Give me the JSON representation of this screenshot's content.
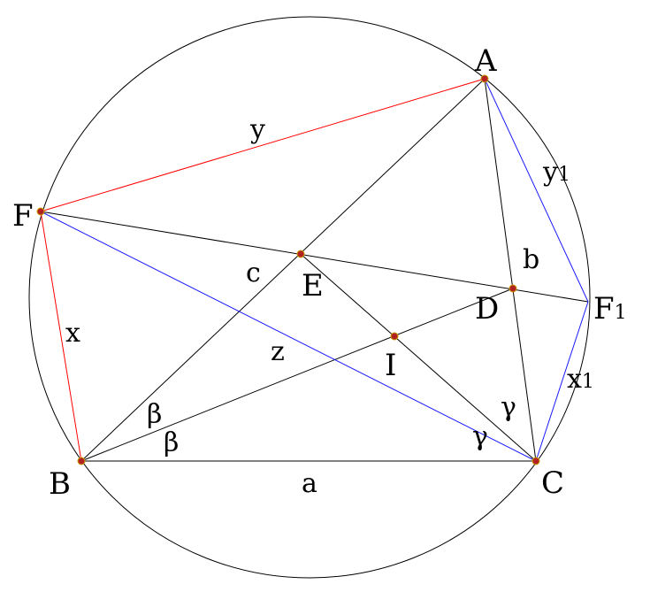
{
  "colors": {
    "black": "#000000",
    "red": "#ff0000",
    "blue": "#1a1aff",
    "point_fill": "#b22222",
    "point_ring": "#c8a000"
  },
  "points": {
    "A": "A",
    "B": "B",
    "C": "C",
    "D": "D",
    "E": "E",
    "F": "F",
    "F1": {
      "main": "F",
      "sub": "1"
    },
    "I": "I"
  },
  "side_labels": {
    "a": "a",
    "b": "b",
    "c": "c",
    "x": "x",
    "y": "y",
    "z": "z",
    "x1": {
      "main": "x",
      "sub": "1"
    },
    "y1": {
      "main": "y",
      "sub": "1"
    }
  },
  "angle_labels": {
    "beta_upper": "β",
    "beta_lower": "β",
    "gamma_upper": "γ",
    "gamma_lower": "γ"
  }
}
